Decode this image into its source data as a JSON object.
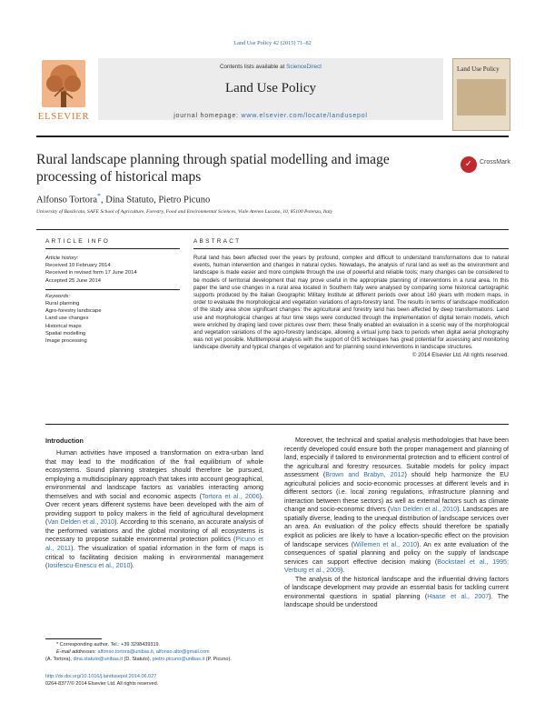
{
  "header": {
    "journal_ref": "Land Use Policy 42 (2015) 71–82",
    "contents_prefix": "Contents lists available at ",
    "contents_link": "ScienceDirect",
    "journal_title": "Land Use Policy",
    "homepage_prefix": "journal homepage: ",
    "homepage_url": "www.elsevier.com/locate/landusepol",
    "publisher": "ELSEVIER",
    "cover_title": "Land Use Policy"
  },
  "article": {
    "title": "Rural landscape planning through spatial modelling and image processing of historical maps",
    "crossmark": "CrossMark",
    "author_1": "Alfonso Tortora",
    "author_1_mark": "*",
    "author_rest": ", Dina Statuto, Pietro Picuno",
    "affiliation": "University of Basilicata, SAFE School of Agriculture, Forestry, Food and Environmental Sciences, Viale Ateneo Lucano, 10, 85100 Potenza, Italy"
  },
  "article_info": {
    "heading": "ARTICLE INFO",
    "history_label": "Article history:",
    "history": [
      "Received 10 February 2014",
      "Received in revised form 17 June 2014",
      "Accepted 25 June 2014"
    ],
    "keywords_label": "Keywords:",
    "keywords": [
      "Rural planning",
      "Agro-forestry landscape",
      "Land use changes",
      "Historical maps",
      "Spatial modelling",
      "Image processing"
    ]
  },
  "abstract": {
    "heading": "ABSTRACT",
    "text": "Rural land has been affected over the years by profound, complex and difficult to understand transformations due to natural events, human intervention and changes in natural cycles. Nowadays, the analysis of rural land as well as the environment and landscape is made easier and more complete through the use of powerful and reliable tools; many changes can be considered to be models of territorial development that may prove useful in the appropriate planning of interventions in a rural area. In this paper the land use changes in a rural area located in Southern Italy were analysed by comparing some historical cartographic supports produced by the Italian Geographic Military Institute at different periods over about 160 years with modern maps, in order to evaluate the morphological and vegetation variations of agro-forestry land. The results in terms of landscape modification of the study area show significant changes: the agricultural and forestry land has been affected by deep transformations. Land use and morphological changes at four time steps were conducted through the implementation of digital terrain models, which were enriched by draping land cover pictures over them; these finally enabled an evaluation in a scenic way of the morphological and vegetation variations of the agro-forestry landscape, allowing a virtual jump back to periods when digital aerial photography was not yet possible. Multitemporal analysis with the support of GIS techniques has great potential for assessing and monitoring landscape diversity and typical changes of vegetation and for planning sound interventions in landscape structures.",
    "copyright": "© 2014 Elsevier Ltd. All rights reserved."
  },
  "body": {
    "intro_heading": "Introduction",
    "left_para_1": [
      {
        "t": "Human activities have imposed a transformation on extra-urban land that may lead to the modification of the frail equilibrium of whole ecosystems. Sound planning strategies should therefore be pursued, employing a multidisciplinary approach that takes into account geographical, environmental and landscape factors as variables interacting among themselves and with social and economic aspects ("
      },
      {
        "t": "Tortora et al., 2006",
        "link": true
      },
      {
        "t": "). Over recent years different systems have been developed with the aim of providing support to policy makers in the field of agricultural development ("
      },
      {
        "t": "Van Delden et al., 2010",
        "link": true
      },
      {
        "t": "). According to this scenario, an accurate analysis of the performed variations and the global monitoring of all ecosystems is necessary to propose suitable environmental protection politics ("
      },
      {
        "t": "Picuno et al., 2011",
        "link": true
      },
      {
        "t": "). The visualization of spatial information in the form of maps is critical to facilitating decision making in environmental management ("
      },
      {
        "t": "Iosifescu-Enescu et al., 2010",
        "link": true
      },
      {
        "t": ")."
      }
    ],
    "right_para_1": [
      {
        "t": "Moreover, the technical and spatial analysis methodologies that have been recently developed could ensure both the proper management and planning of land, especially if tailored to environmental protection and to efficient control of the agricultural and forestry resources. Suitable models for policy impact assessment ("
      },
      {
        "t": "Brown and Brabyn, 2012",
        "link": true
      },
      {
        "t": ") should help harmonize the EU agricultural policies and socio-economic processes at different levels and in different sectors (i.e. local zoning regulations, infrastructure planning and interaction between these sectors) as well as external factors such as climate change and socio-economic drivers ("
      },
      {
        "t": "Van Delden et al., 2010",
        "link": true
      },
      {
        "t": "). Landscapes are spatially diverse, leading to the unequal distribution of landscape services over an area. An evaluation of the policy effects should therefore be spatially explicit as policies are likely to have a location-specific effect on the provision of landscape services ("
      },
      {
        "t": "Willemen et al., 2010",
        "link": true
      },
      {
        "t": "). An ex ante evaluation of the consequences of spatial planning and policy on the supply of landscape services can support effective decision making ("
      },
      {
        "t": "Bockstael et al., 1995; Verburg et al., 2009",
        "link": true
      },
      {
        "t": ")."
      }
    ],
    "right_para_2": [
      {
        "t": "The analysis of the historical landscape and the influential driving factors of landscape development may provide an essential basis for tackling current environmental questions in spatial planning ("
      },
      {
        "t": "Haase et al., 2007",
        "link": true
      },
      {
        "t": "). The landscape should be understood"
      }
    ]
  },
  "footnotes": {
    "corresponding": "* Corresponding author. Tel.: +39 3298439319.",
    "email_label": "E-mail addresses: ",
    "email_1": "alfonso.tortora@unibas.it",
    "email_2": "alfonso.alto@gmail.com",
    "email_1_owner": "(A. Tortora), ",
    "email_3": "dina.statuto@unibas.it",
    "email_3_owner": " (D. Statuto), ",
    "email_4": "pietro.picuno@unibas.it",
    "email_4_owner": " (P. Picuno).",
    "doi": "http://dx.doi.org/10.1016/j.landusepol.2014.06.027",
    "issn": "0264-8377/© 2014 Elsevier Ltd. All rights reserved."
  }
}
